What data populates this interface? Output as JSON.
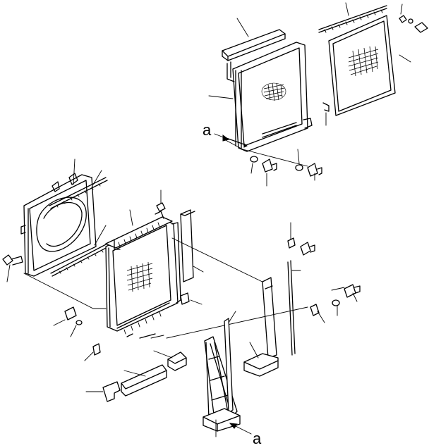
{
  "diagram": {
    "callouts": [
      {
        "id": "a-upper",
        "text": "a"
      },
      {
        "id": "a-lower",
        "text": "a"
      }
    ]
  }
}
